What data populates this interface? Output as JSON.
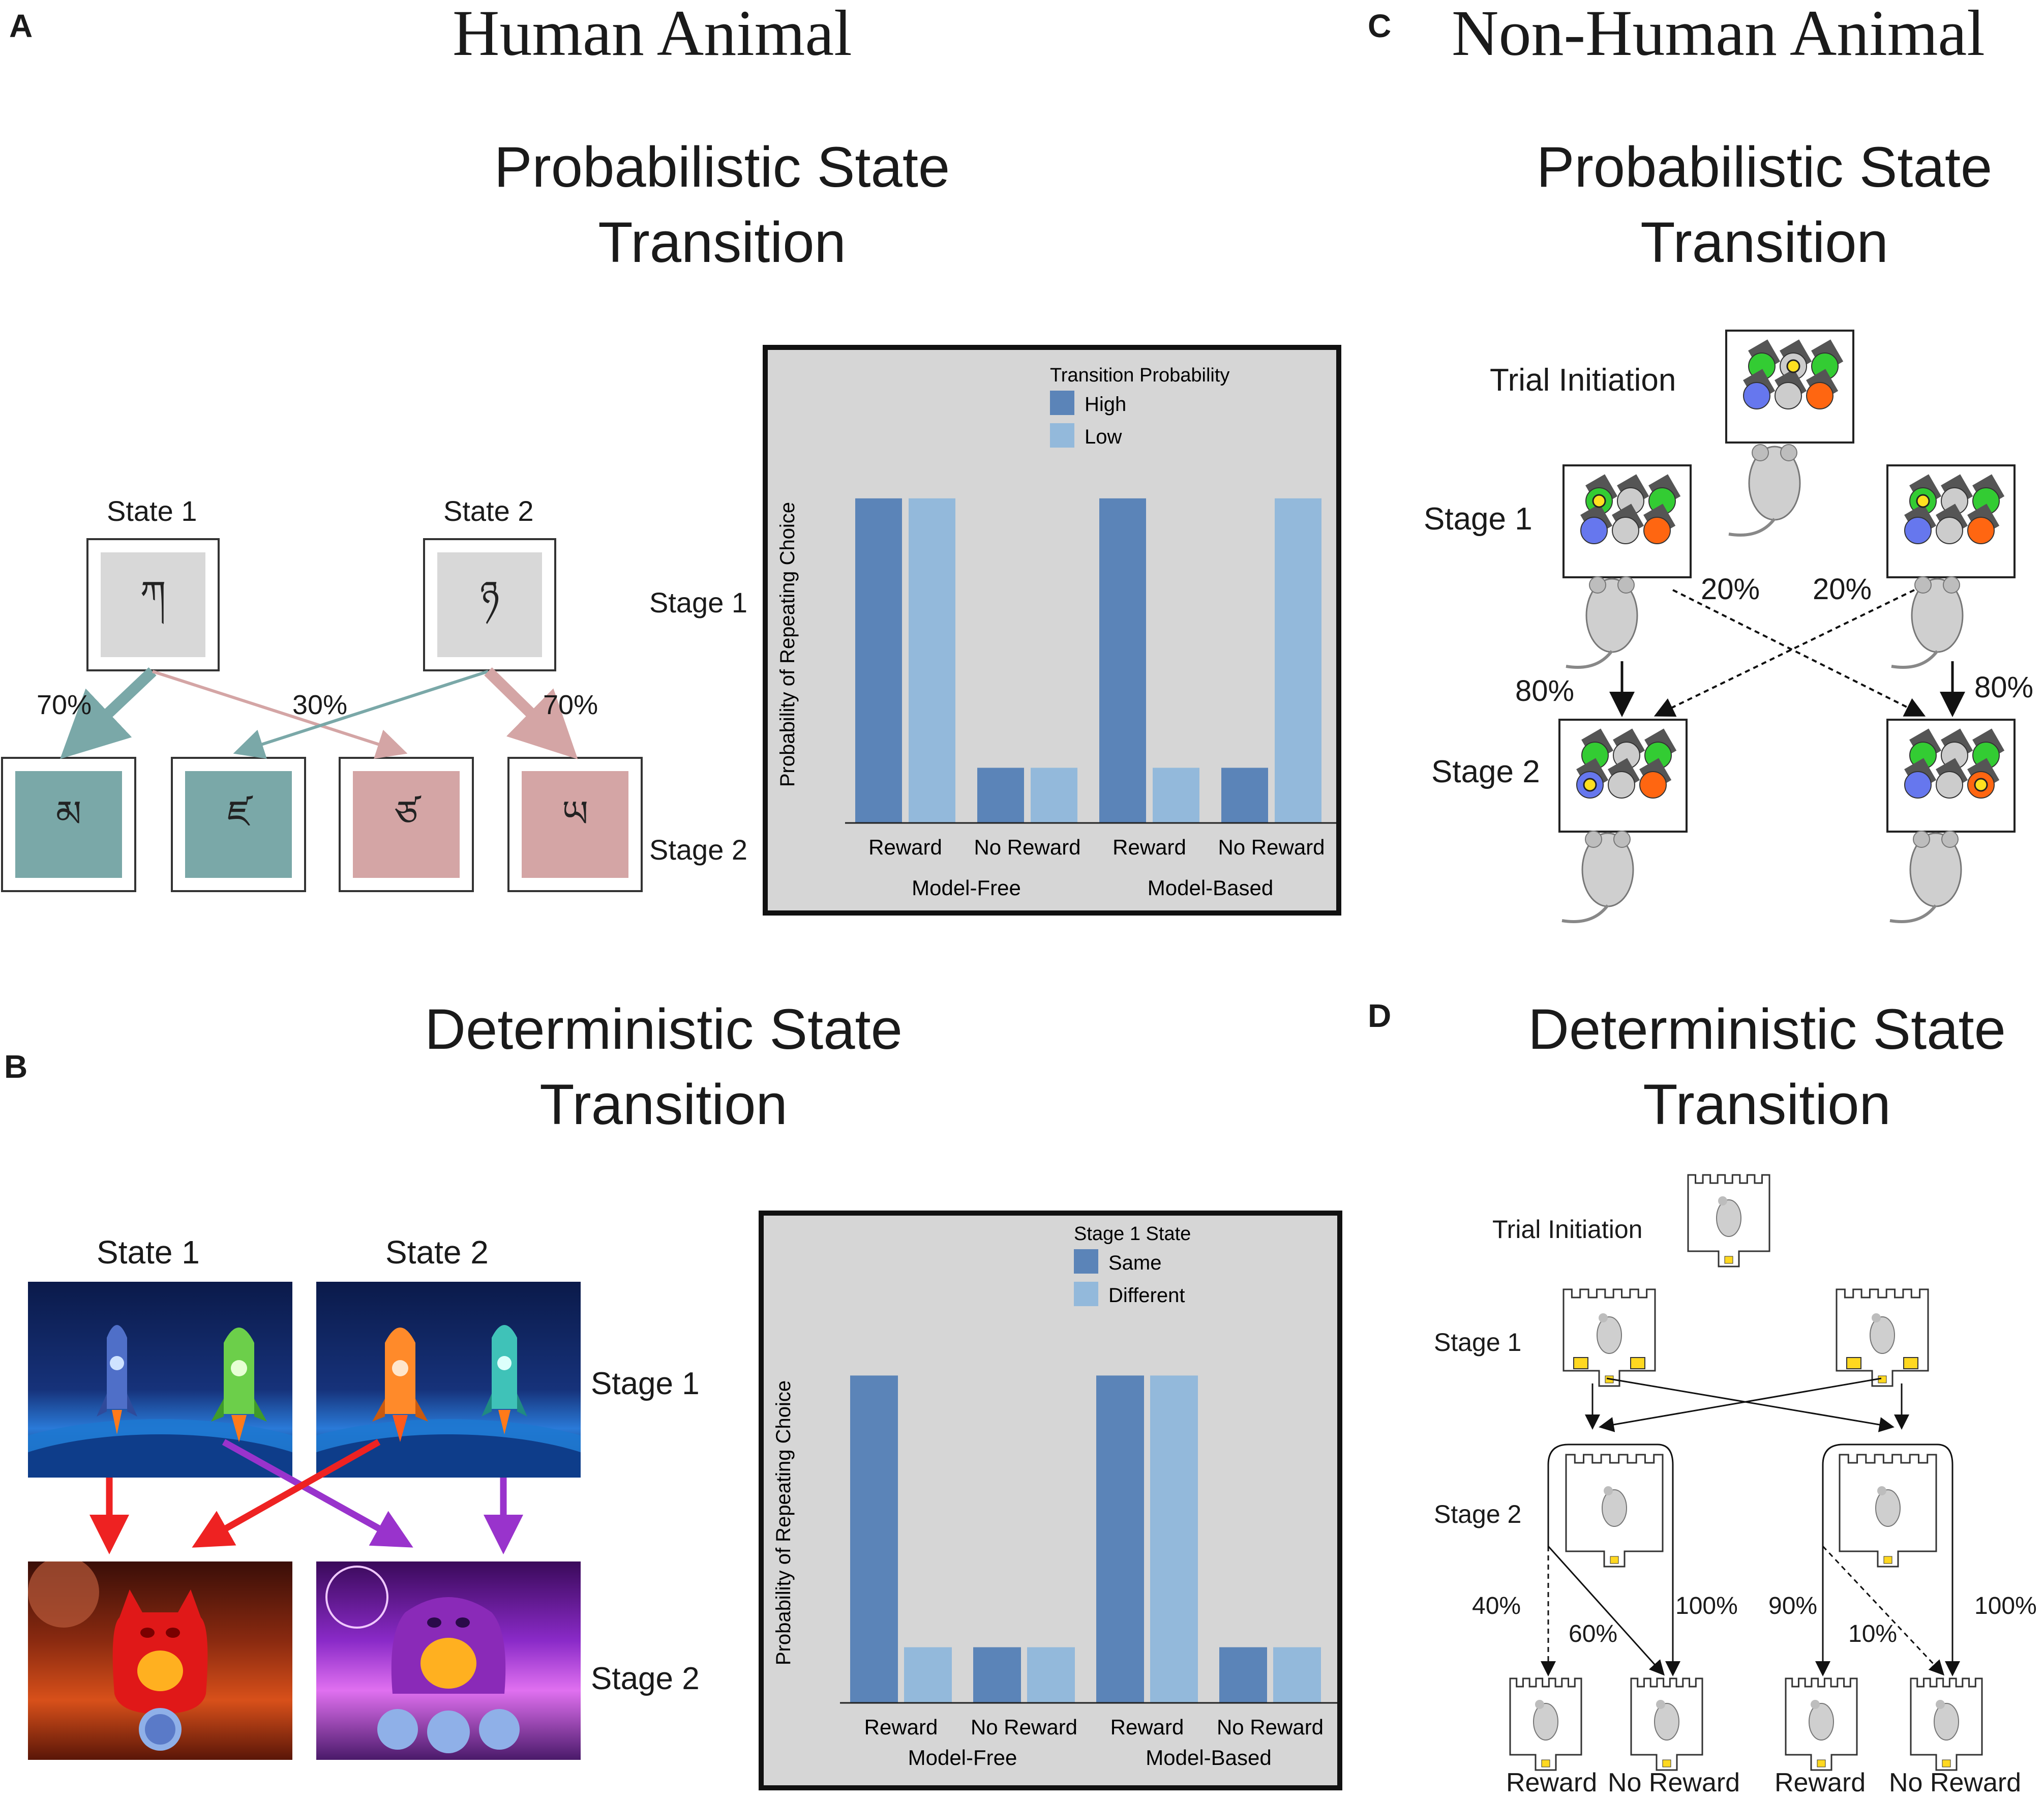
{
  "panel_letters": {
    "a": "A",
    "b": "B",
    "c": "C",
    "d": "D"
  },
  "headers": {
    "human": "Human Animal",
    "nonhuman": "Non-Human Animal"
  },
  "titles": {
    "prob_line1": "Probabilistic State",
    "prob_line2": "Transition",
    "det_line1": "Deterministic State",
    "det_line2": "Transition"
  },
  "panel_a": {
    "state1": "State 1",
    "state2": "State 2",
    "pct_left_common": "70%",
    "pct_rare": "30%",
    "pct_right_common": "70%",
    "stage1": "Stage 1",
    "stage2": "Stage 2",
    "colors": {
      "teal": "#7aa8a8",
      "pink": "#d4a5a5",
      "gray": "#d8d8d8"
    }
  },
  "panel_b": {
    "state1": "State 1",
    "state2": "State 2",
    "stage1": "Stage 1",
    "stage2": "Stage 2",
    "colors": {
      "red_arrow": "#ee2222",
      "purple_arrow": "#9933cc"
    }
  },
  "panel_c": {
    "trial_initiation": "Trial Initiation",
    "stage1": "Stage 1",
    "stage2": "Stage 2",
    "pct_left_rare": "20%",
    "pct_right_rare": "20%",
    "pct_left_common": "80%",
    "pct_right_common": "80%",
    "colors": {
      "green": "#33cc33",
      "blue": "#6677ee",
      "orange": "#ff6611",
      "light": "#cccccc",
      "dark": "#555555"
    }
  },
  "panel_d": {
    "trial_initiation": "Trial Initiation",
    "stage1": "Stage 1",
    "stage2": "Stage 2",
    "pcts": [
      "40%",
      "60%",
      "100%",
      "90%",
      "10%",
      "100%"
    ],
    "outcomes": [
      "Reward",
      "No Reward",
      "Reward",
      "No Reward"
    ]
  },
  "chart_data": [
    {
      "type": "bar",
      "legend_title": "Transition Probability",
      "ylabel": "Probability of Repeating Choice",
      "groups": [
        "Model-Free",
        "Model-Based"
      ],
      "categories": [
        "Reward",
        "No Reward",
        "Reward",
        "No Reward"
      ],
      "series": [
        {
          "name": "High",
          "values": [
            1.0,
            0.17,
            1.0,
            0.17
          ],
          "color": "#5b84b8"
        },
        {
          "name": "Low",
          "values": [
            1.0,
            0.17,
            0.17,
            1.0
          ],
          "color": "#93b9db"
        }
      ],
      "ylim": [
        0,
        1.1
      ],
      "legend_position": "top-center",
      "grid": false
    },
    {
      "type": "bar",
      "legend_title": "Stage 1 State",
      "ylabel": "Probability of Repeating Choice",
      "groups": [
        "Model-Free",
        "Model-Based"
      ],
      "categories": [
        "Reward",
        "No Reward",
        "Reward",
        "No Reward"
      ],
      "series": [
        {
          "name": "Same",
          "values": [
            1.0,
            0.17,
            1.0,
            0.17
          ],
          "color": "#5b84b8"
        },
        {
          "name": "Different",
          "values": [
            0.17,
            0.17,
            1.0,
            0.17
          ],
          "color": "#93b9db"
        }
      ],
      "ylim": [
        0,
        1.1
      ],
      "legend_position": "top-center",
      "grid": false
    }
  ]
}
